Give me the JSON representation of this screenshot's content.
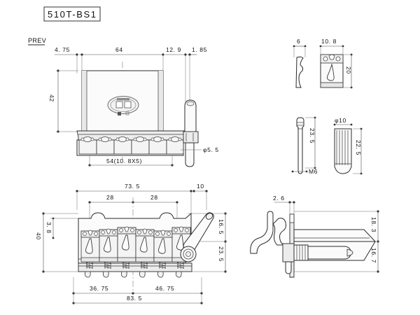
{
  "page": {
    "title": "510T-BS1",
    "view_label": "PREV",
    "background": "#ffffff",
    "line_color": "#2b2b2b",
    "dim_color": "#4a4a4a"
  },
  "front_view": {
    "name": "front-elevation",
    "dimensions": {
      "top": [
        "4. 75",
        "64",
        "12. 9",
        "1. 85"
      ],
      "left_height": "42",
      "bottom_span": "54(10. 8X5)",
      "stud_diameter": "φ5. 5"
    },
    "saddle_count": 6
  },
  "plan_view": {
    "name": "plan-view",
    "dimensions": {
      "overall_top": "73. 5",
      "segment_left": "28",
      "segment_right": "28",
      "right_offset": "10",
      "left_height": "40",
      "left_small": "3. 8",
      "right_upper": "16. 5",
      "right_lower": "23. 5",
      "bottom_left": "36. 75",
      "bottom_right": "46. 75",
      "bottom_overall": "83. 5"
    },
    "saddle_count": 6
  },
  "saddle_detail": {
    "name": "saddle-detail",
    "dimensions": {
      "side_width": "6",
      "front_width": "10. 8",
      "height": "20"
    }
  },
  "stud_detail": {
    "name": "stud-detail",
    "dimensions": {
      "length": "23. 5",
      "thread": "M6"
    }
  },
  "bushing_detail": {
    "name": "bushing-detail",
    "dimensions": {
      "diameter": "φ10",
      "length": "22. 5"
    }
  },
  "side_view": {
    "name": "side-section-view",
    "dimensions": {
      "plate_thickness": "2. 6",
      "upper_height": "18. 3",
      "lower_height": "16. 7"
    }
  }
}
